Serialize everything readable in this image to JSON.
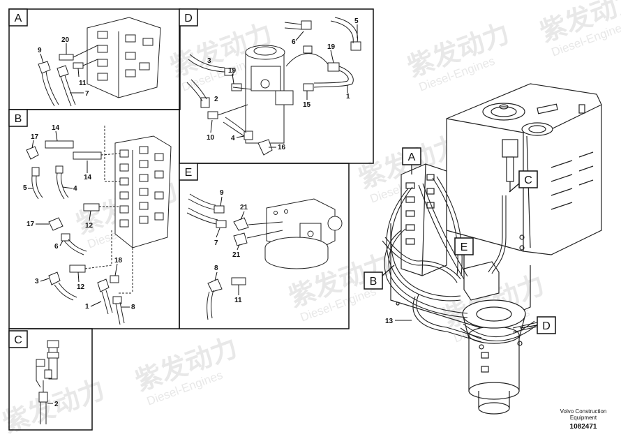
{
  "panels": {
    "A": {
      "letter": "A",
      "labels": [
        "20",
        "9",
        "11",
        "7"
      ]
    },
    "B": {
      "letter": "B",
      "labels": [
        "14",
        "17",
        "14",
        "5",
        "4",
        "12",
        "17",
        "6",
        "18",
        "3",
        "12",
        "1",
        "8"
      ]
    },
    "C": {
      "letter": "C",
      "labels": [
        "2"
      ]
    },
    "D": {
      "letter": "D",
      "labels": [
        "5",
        "6",
        "19",
        "3",
        "19",
        "2",
        "1",
        "15",
        "10",
        "4",
        "16"
      ]
    },
    "E": {
      "letter": "E",
      "labels": [
        "9",
        "21",
        "7",
        "21",
        "8",
        "11"
      ]
    }
  },
  "overview": {
    "callouts": [
      "A",
      "C",
      "E",
      "B",
      "D"
    ],
    "part_label": "13"
  },
  "watermark": {
    "cn": "紫发动力",
    "en": "Diesel-Engines"
  },
  "footer": {
    "line1": "Volvo Construction",
    "line2": "Equipment",
    "number": "1082471"
  }
}
